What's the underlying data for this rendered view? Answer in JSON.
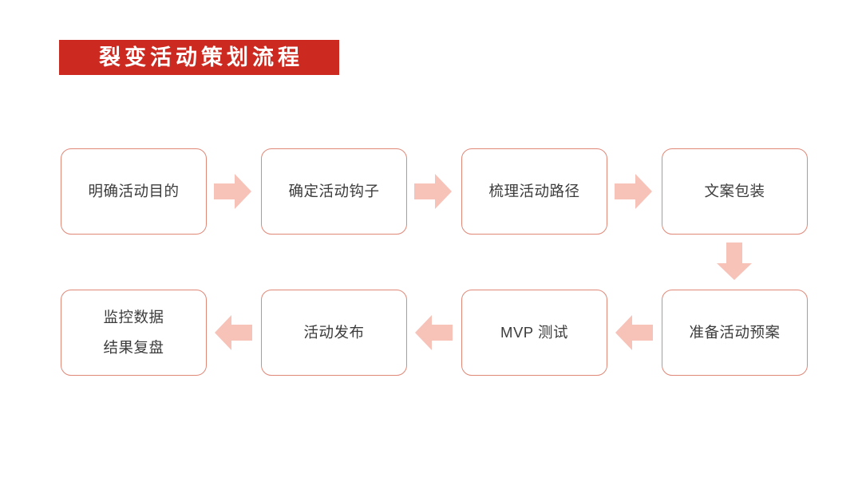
{
  "title": {
    "text": "裂变活动策划流程",
    "banner_color": "#CC2A20",
    "text_color": "#FFFFFF"
  },
  "theme": {
    "box_border_color": "#E08878",
    "box_fill_color": "#FFFFFF",
    "box_text_color": "#3C3C3C",
    "arrow_color": "#F7C2B8"
  },
  "flow": {
    "rows": [
      {
        "direction": "right",
        "steps": [
          {
            "index": 1,
            "lines": [
              "明确活动目的"
            ]
          },
          {
            "index": 2,
            "lines": [
              "确定活动钩子"
            ]
          },
          {
            "index": 3,
            "lines": [
              "梳理活动路径"
            ]
          },
          {
            "index": 4,
            "lines": [
              "文案包装"
            ]
          }
        ]
      },
      {
        "direction": "left",
        "steps": [
          {
            "index": 8,
            "lines": [
              "监控数据",
              "结果复盘"
            ]
          },
          {
            "index": 7,
            "lines": [
              "活动发布"
            ]
          },
          {
            "index": 6,
            "lines": [
              "MVP 测试"
            ]
          },
          {
            "index": 5,
            "lines": [
              "准备活动预案"
            ]
          }
        ]
      }
    ],
    "connectors": [
      {
        "name": "arrow-step1-to-step2",
        "direction": "right"
      },
      {
        "name": "arrow-step2-to-step3",
        "direction": "right"
      },
      {
        "name": "arrow-step3-to-step4",
        "direction": "right"
      },
      {
        "name": "arrow-step4-to-step5",
        "direction": "down"
      },
      {
        "name": "arrow-step5-to-step6",
        "direction": "left"
      },
      {
        "name": "arrow-step6-to-step7",
        "direction": "left"
      },
      {
        "name": "arrow-step7-to-step8",
        "direction": "left"
      }
    ]
  }
}
